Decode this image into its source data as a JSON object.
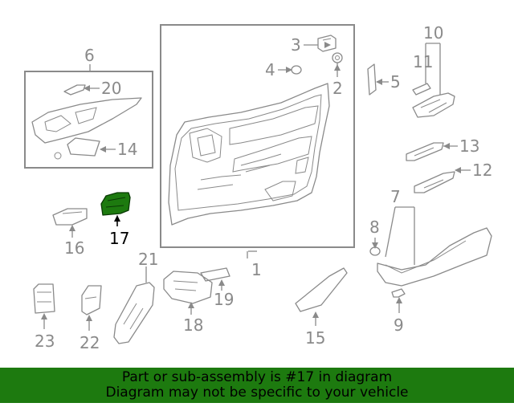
{
  "highlight_color": "#1d7a0f",
  "callouts": [
    {
      "id": "1",
      "label": "1"
    },
    {
      "id": "2",
      "label": "2"
    },
    {
      "id": "3",
      "label": "3"
    },
    {
      "id": "4",
      "label": "4"
    },
    {
      "id": "5",
      "label": "5"
    },
    {
      "id": "6",
      "label": "6"
    },
    {
      "id": "7",
      "label": "7"
    },
    {
      "id": "8",
      "label": "8"
    },
    {
      "id": "9",
      "label": "9"
    },
    {
      "id": "10",
      "label": "10"
    },
    {
      "id": "11",
      "label": "11"
    },
    {
      "id": "12",
      "label": "12"
    },
    {
      "id": "13",
      "label": "13"
    },
    {
      "id": "14",
      "label": "14"
    },
    {
      "id": "15",
      "label": "15"
    },
    {
      "id": "16",
      "label": "16"
    },
    {
      "id": "17",
      "label": "17",
      "highlighted": true
    },
    {
      "id": "18",
      "label": "18"
    },
    {
      "id": "19",
      "label": "19"
    },
    {
      "id": "20",
      "label": "20"
    },
    {
      "id": "21",
      "label": "21"
    },
    {
      "id": "22",
      "label": "22"
    },
    {
      "id": "23",
      "label": "23"
    }
  ],
  "banner": {
    "line1": "Part or sub-assembly is #17 in diagram",
    "line2": "Diagram may not be specific to your vehicle"
  }
}
